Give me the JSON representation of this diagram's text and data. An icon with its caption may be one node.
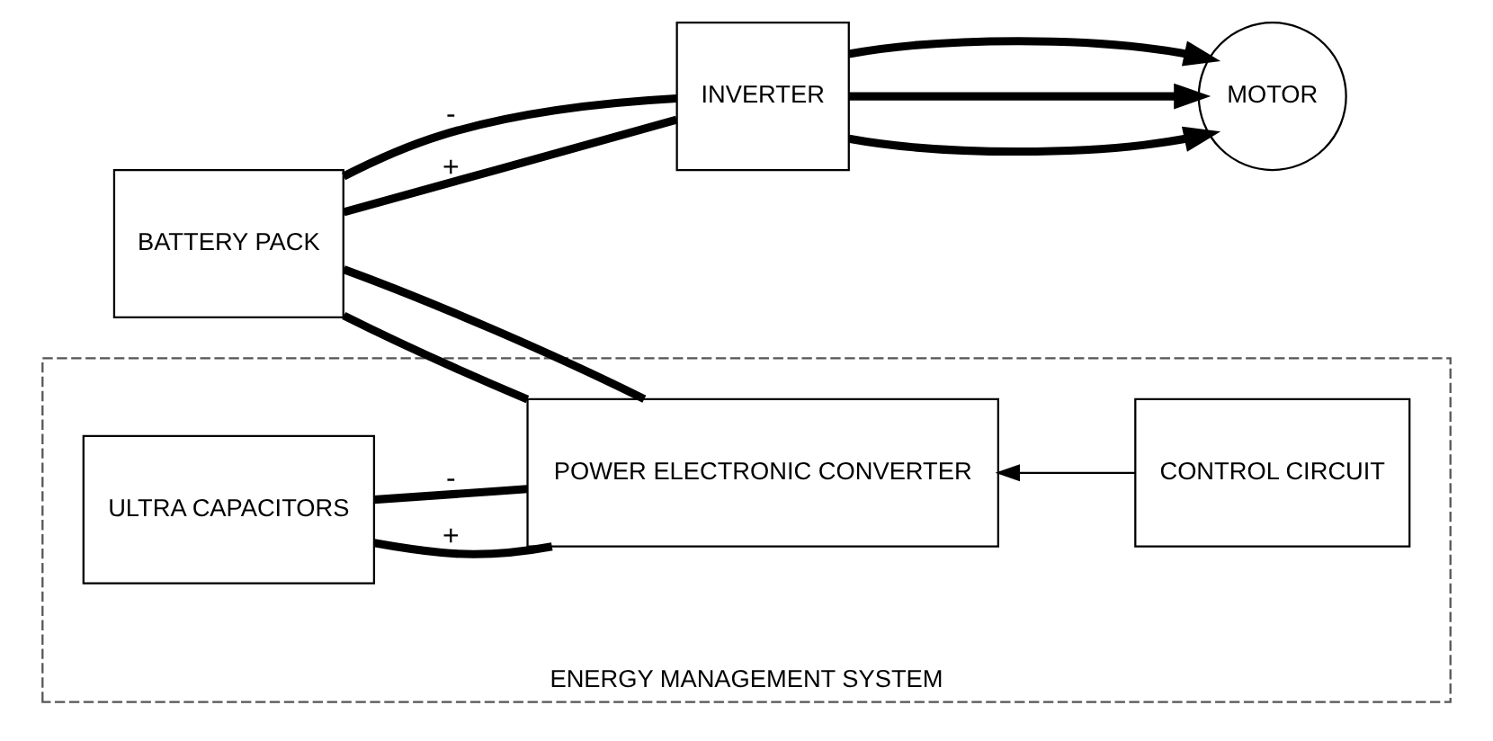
{
  "diagram": {
    "nodes": [
      {
        "text": [
          "BATTERY PACK"
        ]
      },
      {
        "text": [
          "INVERTER"
        ]
      },
      {
        "text": [
          "MOTOR"
        ]
      },
      {
        "text": [
          "ENERGY MANAGEMENT SYSTEM"
        ]
      },
      {
        "text": [
          "ULTRA CAPACITORS"
        ],
        "in": 3
      },
      {
        "text": [
          "POWER ELECTRONIC CONVERTER"
        ],
        "in": 3
      },
      {
        "text": [
          "CONTROL CIRCUIT"
        ],
        "in": 3
      }
    ],
    "edges": [
      {
        "from": 0,
        "to": 1,
        "arrow": "none",
        "label": "+"
      },
      {
        "from": 0,
        "to": 1,
        "arrow": "none",
        "label": "-"
      },
      {
        "from": 1,
        "to": 2,
        "arrow": "to"
      },
      {
        "from": 1,
        "to": 2,
        "arrow": "to"
      },
      {
        "from": 1,
        "to": 2,
        "arrow": "to"
      },
      {
        "from": 0,
        "to": 5,
        "arrow": "none"
      },
      {
        "from": 0,
        "to": 5,
        "arrow": "none"
      },
      {
        "from": 4,
        "to": 5,
        "arrow": "none",
        "label": "+"
      },
      {
        "from": 4,
        "to": 5,
        "arrow": "none",
        "label": "-"
      },
      {
        "from": 6,
        "to": 5,
        "arrow": "to"
      }
    ]
  }
}
